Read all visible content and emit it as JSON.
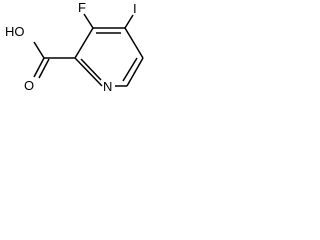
{
  "molecule": {
    "atoms": {
      "hydroxyl": "HO",
      "carbonyl_oxygen": "O",
      "ring_nitrogen": "N",
      "fluorine": "F",
      "iodine": "I"
    }
  }
}
